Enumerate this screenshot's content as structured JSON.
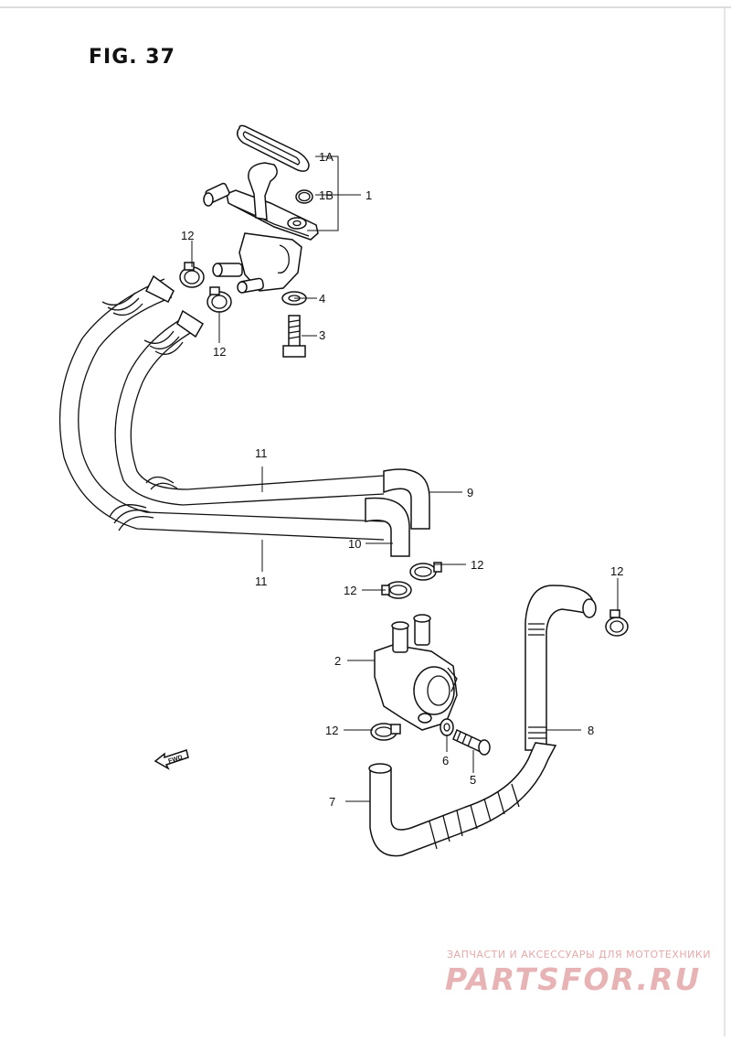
{
  "figure": {
    "title": "FIG. 37"
  },
  "callouts": {
    "c1A": "1A",
    "c1B": "1B",
    "c1": "1",
    "c2": "2",
    "c3": "3",
    "c4": "4",
    "c5": "5",
    "c6": "6",
    "c7": "7",
    "c8": "8",
    "c9": "9",
    "c10": "10",
    "c11a": "11",
    "c11b": "11",
    "c12a": "12",
    "c12b": "12",
    "c12c": "12",
    "c12d": "12",
    "c12e": "12",
    "c12f": "12"
  },
  "fwd_arrow": {
    "label": "FWD"
  },
  "watermark": {
    "tagline": "ЗАПЧАСТИ И АКСЕССУАРЫ ДЛЯ МОТОТЕХНИКИ",
    "logo": "PARTSFOR.RU"
  },
  "colors": {
    "line": "#111111",
    "watermark": "#e6a9aa",
    "background": "#ffffff"
  }
}
